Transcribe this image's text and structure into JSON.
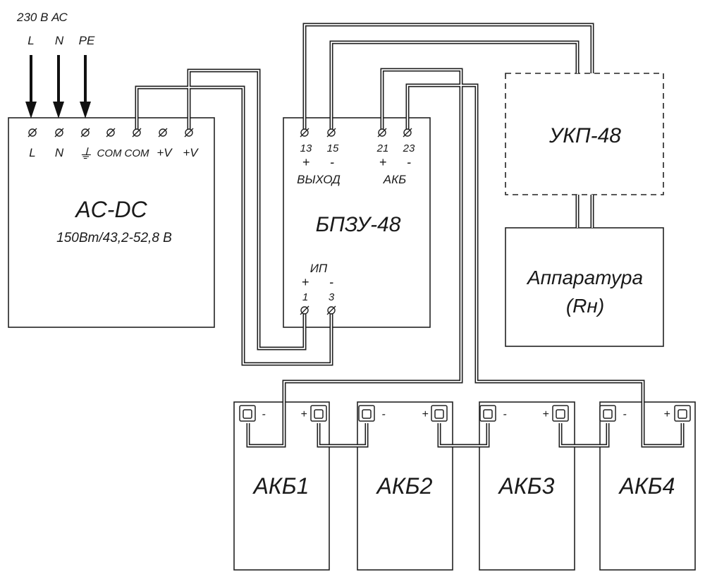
{
  "supply": {
    "voltage": "230 В АС",
    "phase": "L",
    "neutral": "N",
    "earth": "PE"
  },
  "acdc": {
    "title": "AC-DC",
    "subtitle": "150Вт/43,2-52,8 В",
    "terminals": [
      "L",
      "N",
      "⏚",
      "COM",
      "COM",
      "+V",
      "+V"
    ]
  },
  "charger": {
    "title": "БПЗУ-48",
    "out_numbers": [
      "13",
      "15",
      "21",
      "23"
    ],
    "out_polarity": [
      "+",
      "-",
      "+",
      "-"
    ],
    "out_label": "ВЫХОД",
    "bat_label": "АКБ",
    "in_label": "ИП",
    "in_polarity": [
      "+",
      "-"
    ],
    "in_numbers": [
      "1",
      "3"
    ]
  },
  "ukp": {
    "title": "УКП-48"
  },
  "load": {
    "title": "Аппаратура",
    "subtitle": "(Rн)"
  },
  "batteries": [
    {
      "name": "АКБ1",
      "minus": "-",
      "plus": "+"
    },
    {
      "name": "АКБ2",
      "minus": "-",
      "plus": "+"
    },
    {
      "name": "АКБ3",
      "minus": "-",
      "plus": "+"
    },
    {
      "name": "АКБ4",
      "minus": "-",
      "plus": "+"
    }
  ],
  "colors": {
    "line": "#1f1f1f",
    "background": "#ffffff"
  }
}
